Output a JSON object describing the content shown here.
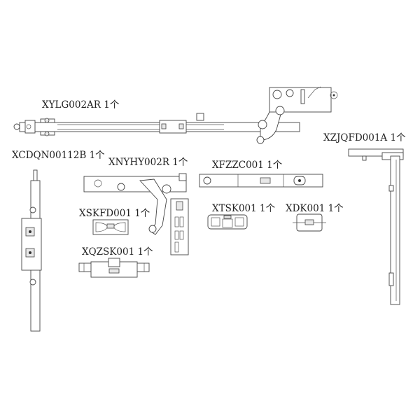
{
  "diagram": {
    "parts": [
      {
        "code": "XYLG002AR",
        "qty": "1个"
      },
      {
        "code": "XZJQFD001A",
        "qty": "1个"
      },
      {
        "code": "XCDQN00112B",
        "qty": "1个"
      },
      {
        "code": "XNYHY002R",
        "qty": "1个"
      },
      {
        "code": "XFZZC001",
        "qty": "1个"
      },
      {
        "code": "XSKFD001",
        "qty": "1个"
      },
      {
        "code": "XTSK001",
        "qty": "1个"
      },
      {
        "code": "XDK001",
        "qty": "1个"
      },
      {
        "code": "XQZSK001",
        "qty": "1个"
      }
    ],
    "colors": {
      "line": "#444444",
      "background": "#ffffff"
    }
  }
}
